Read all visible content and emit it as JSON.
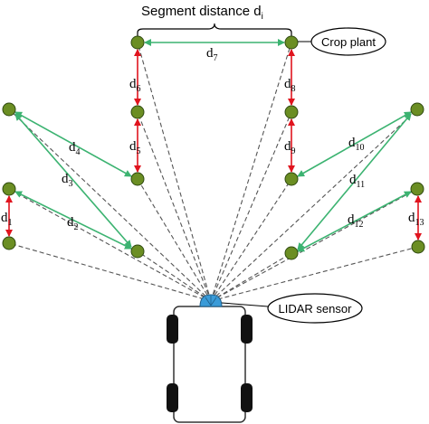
{
  "title": {
    "text": "Segment distance d",
    "sub": "i"
  },
  "callouts": {
    "crop_plant": "Crop plant",
    "lidar_sensor": "LIDAR sensor"
  },
  "distances": {
    "d1": {
      "base": "d",
      "sub": "1"
    },
    "d2": {
      "base": "d",
      "sub": "2"
    },
    "d3": {
      "base": "d",
      "sub": "3"
    },
    "d4": {
      "base": "d",
      "sub": "4"
    },
    "d5": {
      "base": "d",
      "sub": "5"
    },
    "d6": {
      "base": "d",
      "sub": "6"
    },
    "d7": {
      "base": "d",
      "sub": "7"
    },
    "d8": {
      "base": "d",
      "sub": "8"
    },
    "d9": {
      "base": "d",
      "sub": "9"
    },
    "d10": {
      "base": "d",
      "sub": "10"
    },
    "d11": {
      "base": "d",
      "sub": "11"
    },
    "d12": {
      "base": "d",
      "sub": "12"
    },
    "d13": {
      "base": "d",
      "sub": "13"
    }
  },
  "colors": {
    "plant_fill": "#6b8e23",
    "plant_stroke": "#2f4a10",
    "green_arrow": "#3cb371",
    "red_arrow": "#e0141e",
    "scan_line": "#555555",
    "sensor_fill": "#3a9bd8"
  }
}
